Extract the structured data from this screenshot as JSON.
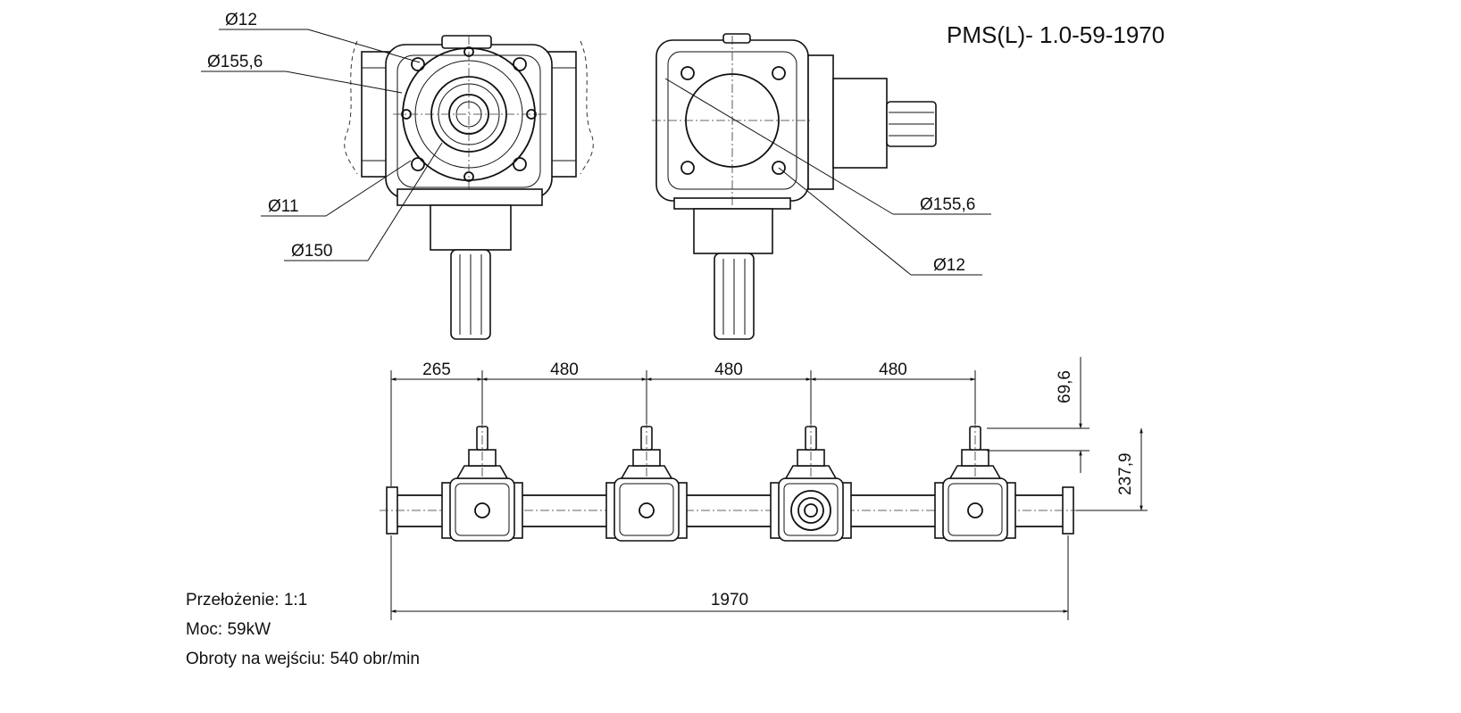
{
  "title": "PMS(L)- 1.0-59-1970",
  "top_left_view": {
    "labels": [
      "12",
      "155,6",
      "11",
      "150"
    ]
  },
  "top_right_view": {
    "labels": [
      "155,6",
      "12"
    ]
  },
  "diameter_symbol": "Ø",
  "horizontal_dims": [
    "265",
    "480",
    "480",
    "480"
  ],
  "overall_length": "1970",
  "vertical_dims": [
    "69,6",
    "237,9"
  ],
  "specs": [
    "Przełożenie: 1:1",
    "Moc: 59kW",
    "Obroty na wejściu: 540 obr/min"
  ],
  "gearbox_count": 4
}
